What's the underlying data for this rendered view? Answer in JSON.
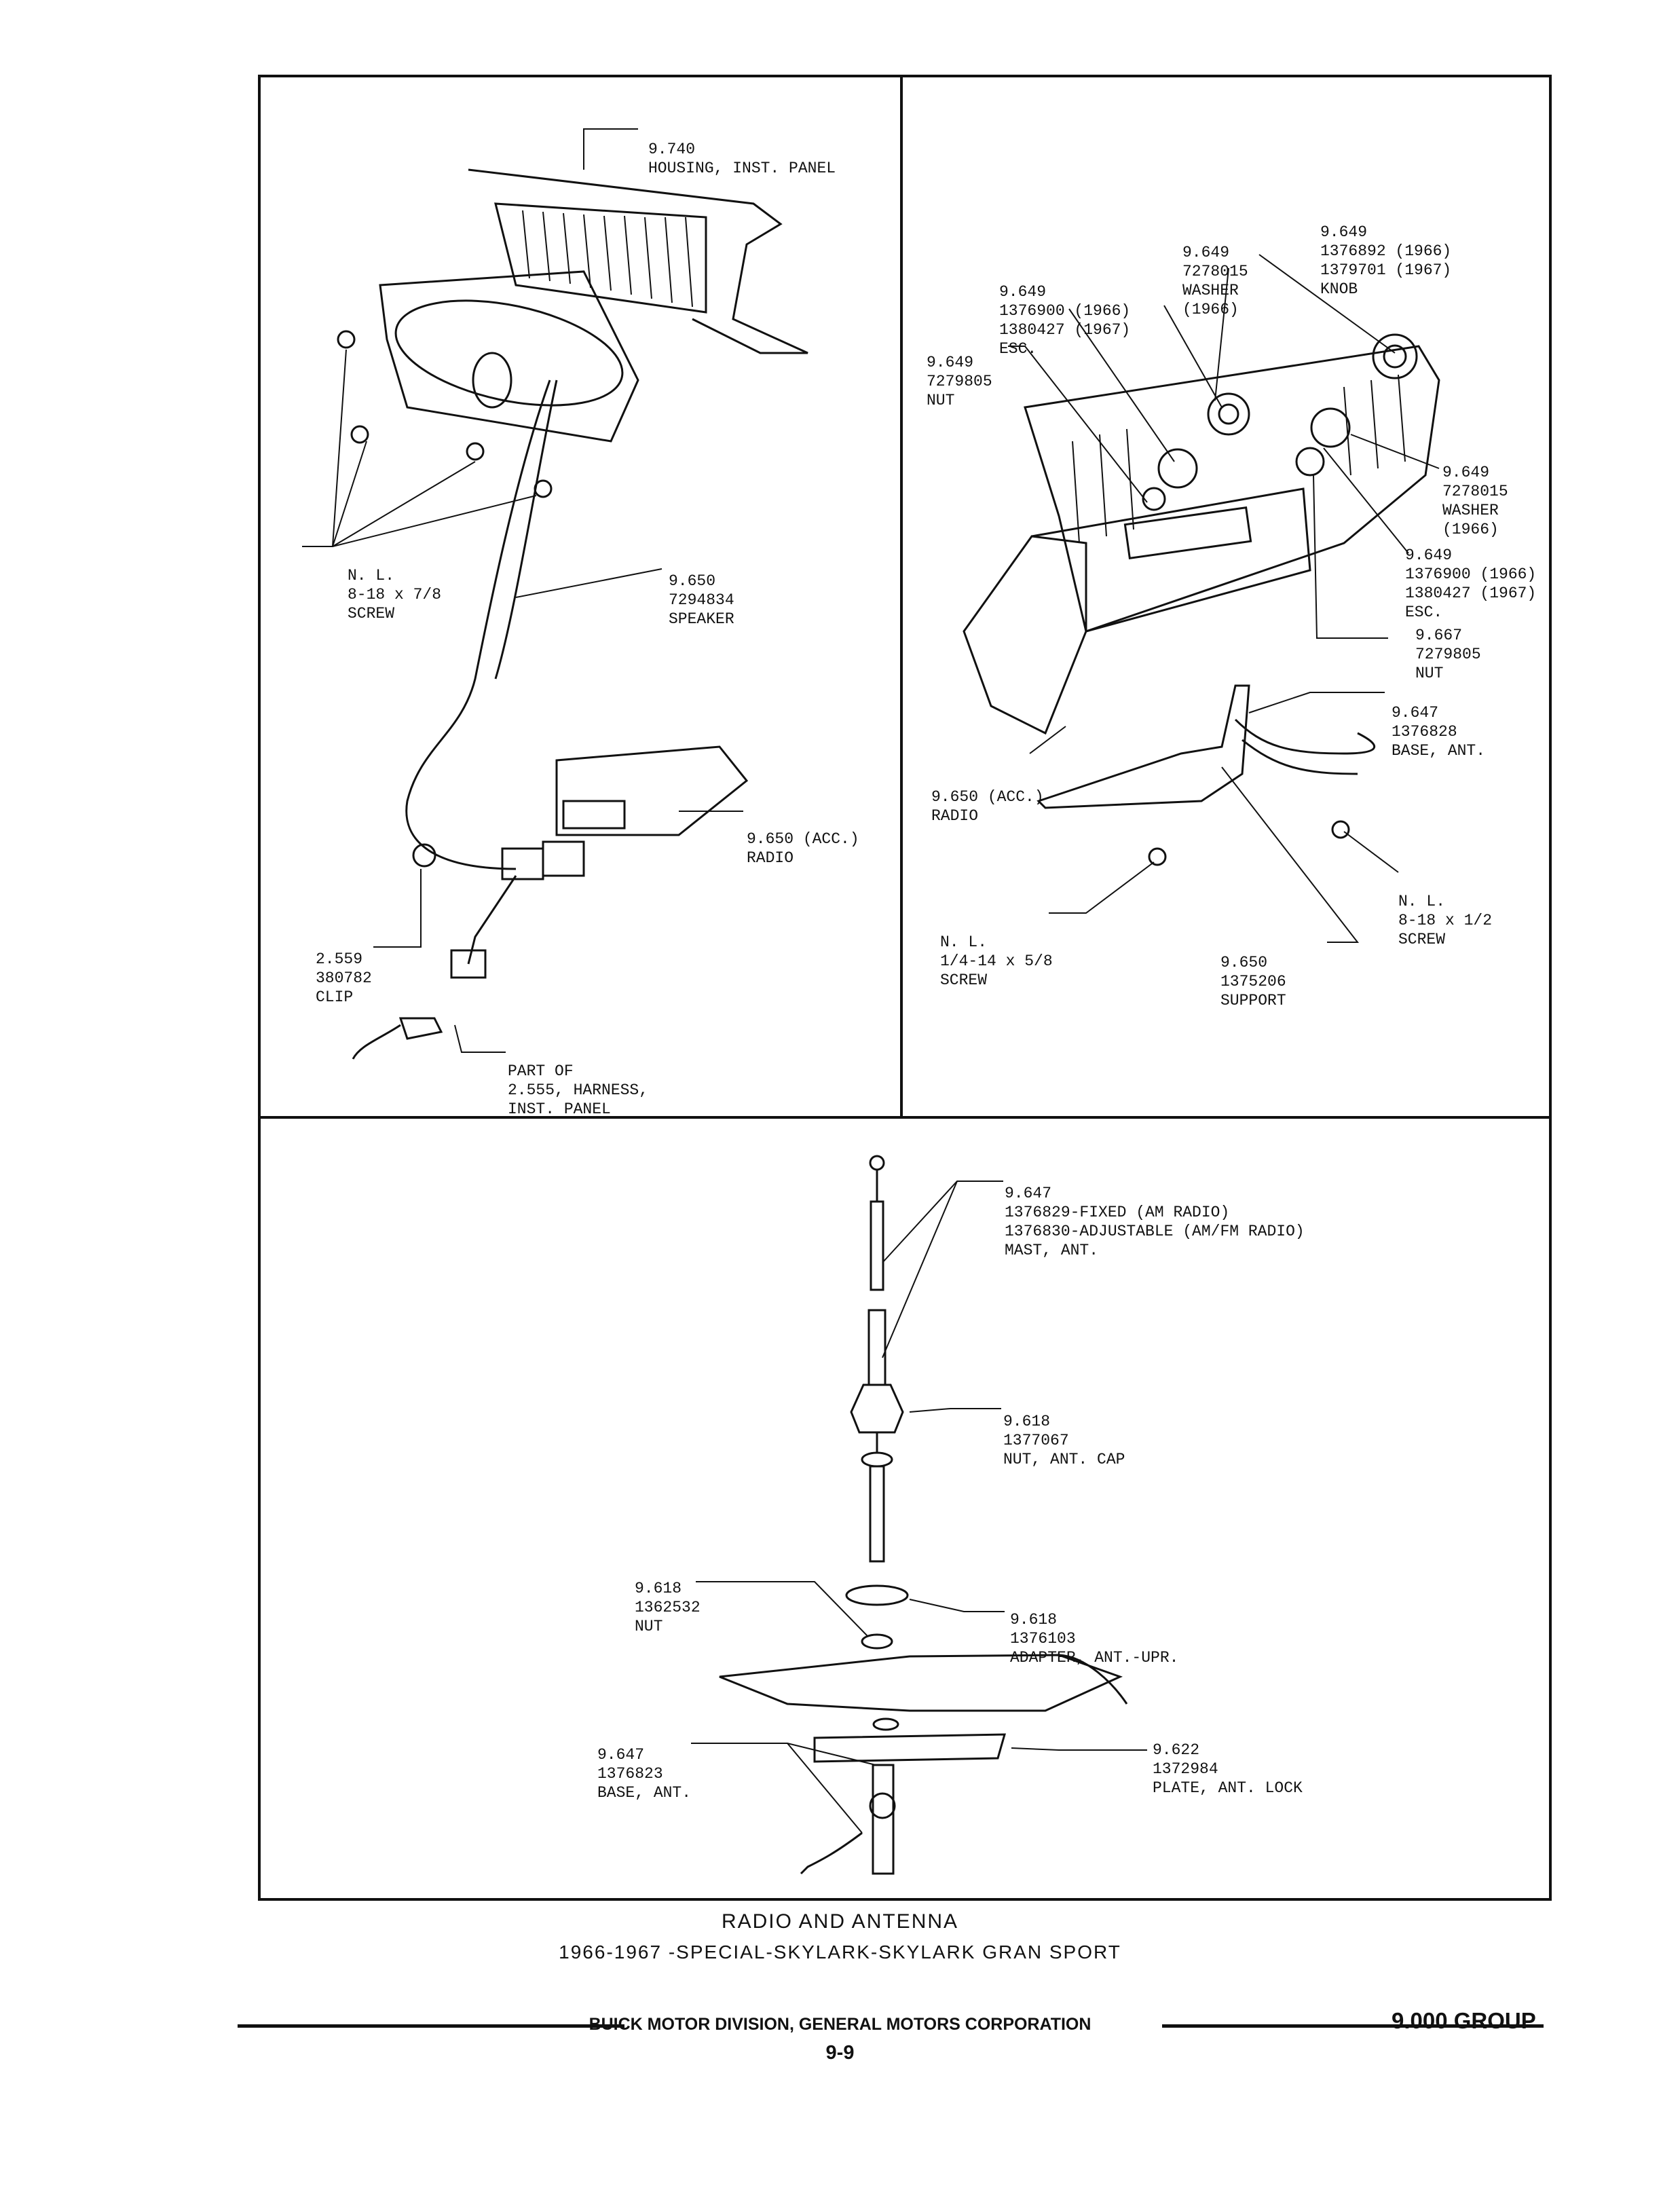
{
  "speaker_panel": {
    "housing": [
      "9.740",
      "HOUSING, INST. PANEL"
    ],
    "screw": [
      "N. L.",
      "8-18 x 7/8",
      "SCREW"
    ],
    "speaker": [
      "9.650",
      "7294834",
      "SPEAKER"
    ],
    "radio": [
      "9.650 (ACC.)",
      "RADIO"
    ],
    "clip": [
      "2.559",
      "380782",
      "CLIP"
    ],
    "harness": [
      "PART OF",
      "2.555, HARNESS,",
      "INST. PANEL"
    ]
  },
  "radio_panel": {
    "knob": [
      "9.649",
      "1376892 (1966)",
      "1379701 (1967)",
      "KNOB"
    ],
    "washer_top": [
      "9.649",
      "7278015",
      "WASHER",
      "(1966)"
    ],
    "esc_top": [
      "9.649",
      "1376900 (1966)",
      "1380427 (1967)",
      "ESC."
    ],
    "nut_left": [
      "9.649",
      "7279805",
      "NUT"
    ],
    "washer_right": [
      "9.649",
      "7278015",
      "WASHER",
      "(1966)"
    ],
    "esc_right": [
      "9.649",
      "1376900 (1966)",
      "1380427 (1967)",
      "ESC."
    ],
    "nut_right": [
      "9.667",
      "7279805",
      "NUT"
    ],
    "base_ant": [
      "9.647",
      "1376828",
      "BASE, ANT."
    ],
    "radio": [
      "9.650 (ACC.)",
      "RADIO"
    ],
    "screw_left": [
      "N. L.",
      "1/4-14 x 5/8",
      "SCREW"
    ],
    "screw_right": [
      "N. L.",
      "8-18 x 1/2",
      "SCREW"
    ],
    "support": [
      "9.650",
      "1375206",
      "SUPPORT"
    ]
  },
  "antenna_panel": {
    "mast": [
      "9.647",
      "1376829-FIXED (AM RADIO)",
      "1376830-ADJUSTABLE (AM/FM RADIO)",
      "MAST, ANT."
    ],
    "cap_nut": [
      "9.618",
      "1377067",
      "NUT, ANT. CAP"
    ],
    "nut": [
      "9.618",
      "1362532",
      "NUT"
    ],
    "adapter": [
      "9.618",
      "1376103",
      "ADAPTER, ANT.-UPR."
    ],
    "base": [
      "9.647",
      "1376823",
      "BASE, ANT."
    ],
    "plate": [
      "9.622",
      "1372984",
      "PLATE, ANT. LOCK"
    ]
  },
  "caption": {
    "title": "RADIO AND ANTENNA",
    "subtitle": "1966-1967 -SPECIAL-SKYLARK-SKYLARK GRAN SPORT"
  },
  "footer": {
    "division": "BUICK MOTOR DIVISION, GENERAL MOTORS CORPORATION",
    "page": "9-9",
    "group": "9.000 GROUP"
  }
}
